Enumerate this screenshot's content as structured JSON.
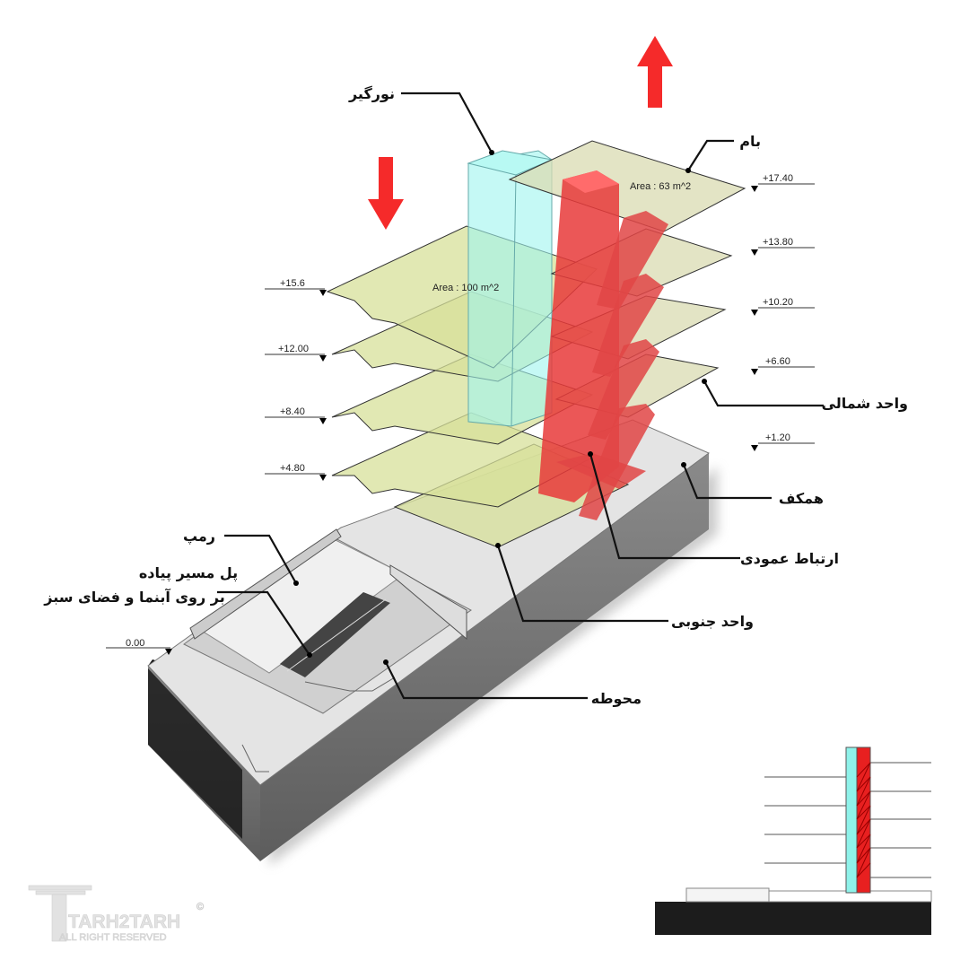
{
  "labels": {
    "skylight": "نورگیر",
    "roof": "بام",
    "north_unit": "واحد شمالی",
    "ground_floor": "همکف",
    "vertical_circulation": "ارتباط عمودی",
    "south_unit": "واحد جنوبی",
    "site": "محوطه",
    "ramp": "رمپ",
    "bridge_line1": "پل مسیر پیاده",
    "bridge_line2": "بر روی آبنما و فضای سبز"
  },
  "areas": {
    "north": "Area : 63 m^2",
    "south": "Area : 100 m^2"
  },
  "levels_left": [
    "+15.6",
    "+12.00",
    "+8.40",
    "+4.80",
    "0.00"
  ],
  "levels_right": [
    "+17.40",
    "+13.80",
    "+10.20",
    "+6.60",
    "+1.20"
  ],
  "logo": {
    "name": "TARH2TARH",
    "tagline": "ALL RIGHT RESERVED",
    "copyright": "©"
  },
  "colors": {
    "arrow": "#f52a2a",
    "circulation": "#e83a3a",
    "skylight": "#9ff5ee",
    "south_slab": "#d7e09a",
    "north_slab": "#d9dbb2"
  }
}
